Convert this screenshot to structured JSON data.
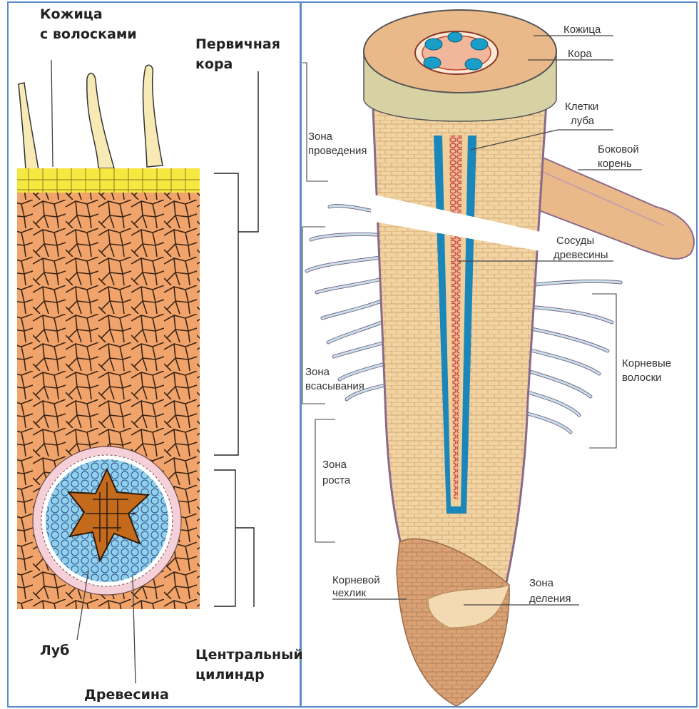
{
  "left_panel": {
    "labels": {
      "epidermis_hairs_line1": "Кожица",
      "epidermis_hairs_line2": "с волосками",
      "primary_cortex_line1": "Первичная",
      "primary_cortex_line2": "кора",
      "phloem": "Луб",
      "xylem": "Древесина",
      "central_cylinder_line1": "Центральный",
      "central_cylinder_line2": "цилиндр"
    }
  },
  "right_panel": {
    "labels": {
      "epidermis": "Кожица",
      "cortex": "Кора",
      "phloem_cells_line1": "Клетки",
      "phloem_cells_line2": "луба",
      "lateral_root_line1": "Боковой",
      "lateral_root_line2": "корень",
      "conduction_zone_line1": "Зона",
      "conduction_zone_line2": "проведения",
      "xylem_vessels_line1": "Сосуды",
      "xylem_vessels_line2": "древесины",
      "root_hairs_line1": "Корневые",
      "root_hairs_line2": "волоски",
      "absorption_zone_line1": "Зона",
      "absorption_zone_line2": "всасывания",
      "growth_zone_line1": "Зона",
      "growth_zone_line2": "роста",
      "root_cap_line1": "Корневой",
      "root_cap_line2": "чехлик",
      "division_zone_line1": "Зона",
      "division_zone_line2": "деления"
    }
  },
  "colors": {
    "cortex": "#f0a36a",
    "epidermis": "#f5e840",
    "phloem": "#8fd0ec",
    "xylem": "#c46a1c",
    "pericycle": "#efb0c0",
    "root_body": "#f0cc98",
    "vascular_blue": "#1a86b9",
    "vessel_red": "#c0452c",
    "root_hair": "#b8d6e4",
    "frame": "#5b8bc9"
  }
}
